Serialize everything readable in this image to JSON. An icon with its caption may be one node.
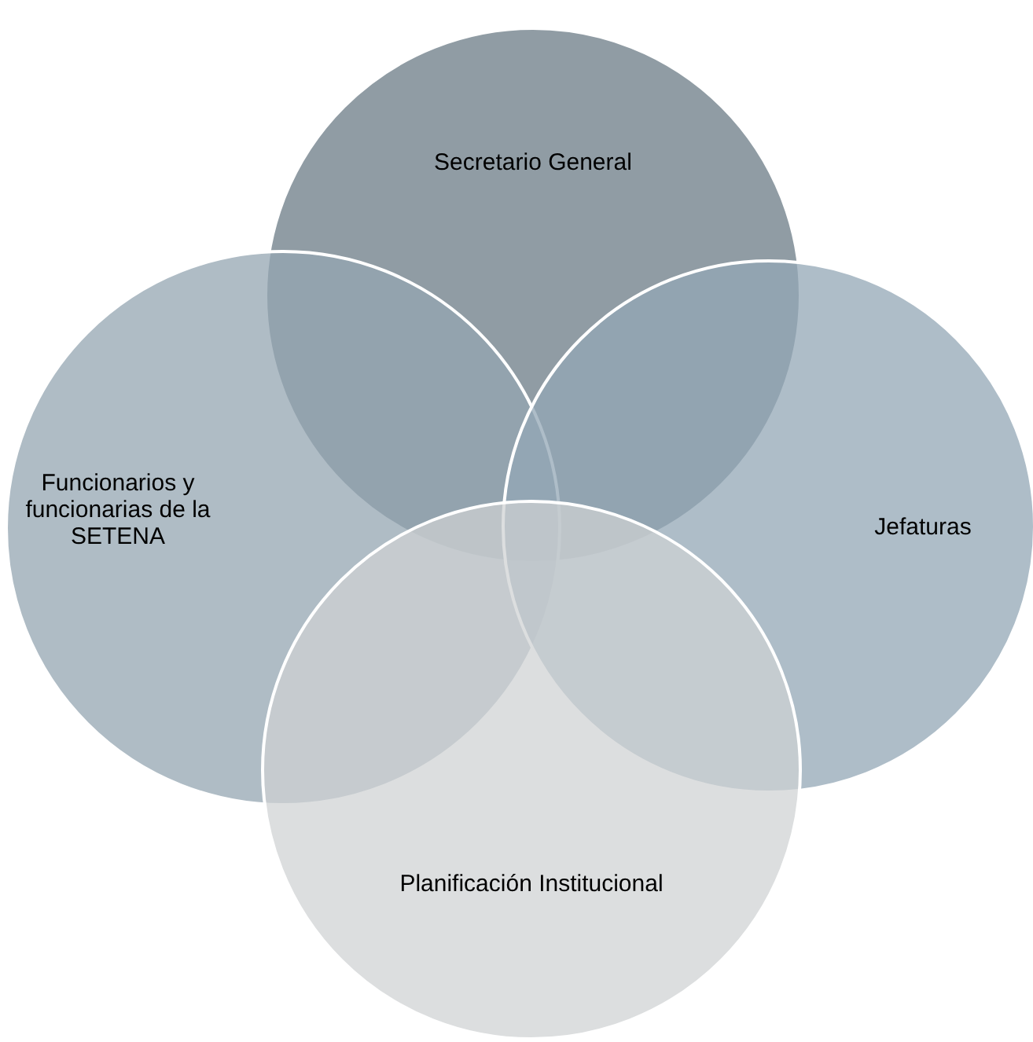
{
  "diagram": {
    "nodes": [
      {
        "text": [
          "Secretario General"
        ]
      },
      {
        "text": [
          "Funcionarios y funcionarias de la SETENA"
        ]
      },
      {
        "text": [
          "Jefaturas"
        ]
      },
      {
        "text": [
          "Planificación Institucional"
        ]
      }
    ]
  }
}
